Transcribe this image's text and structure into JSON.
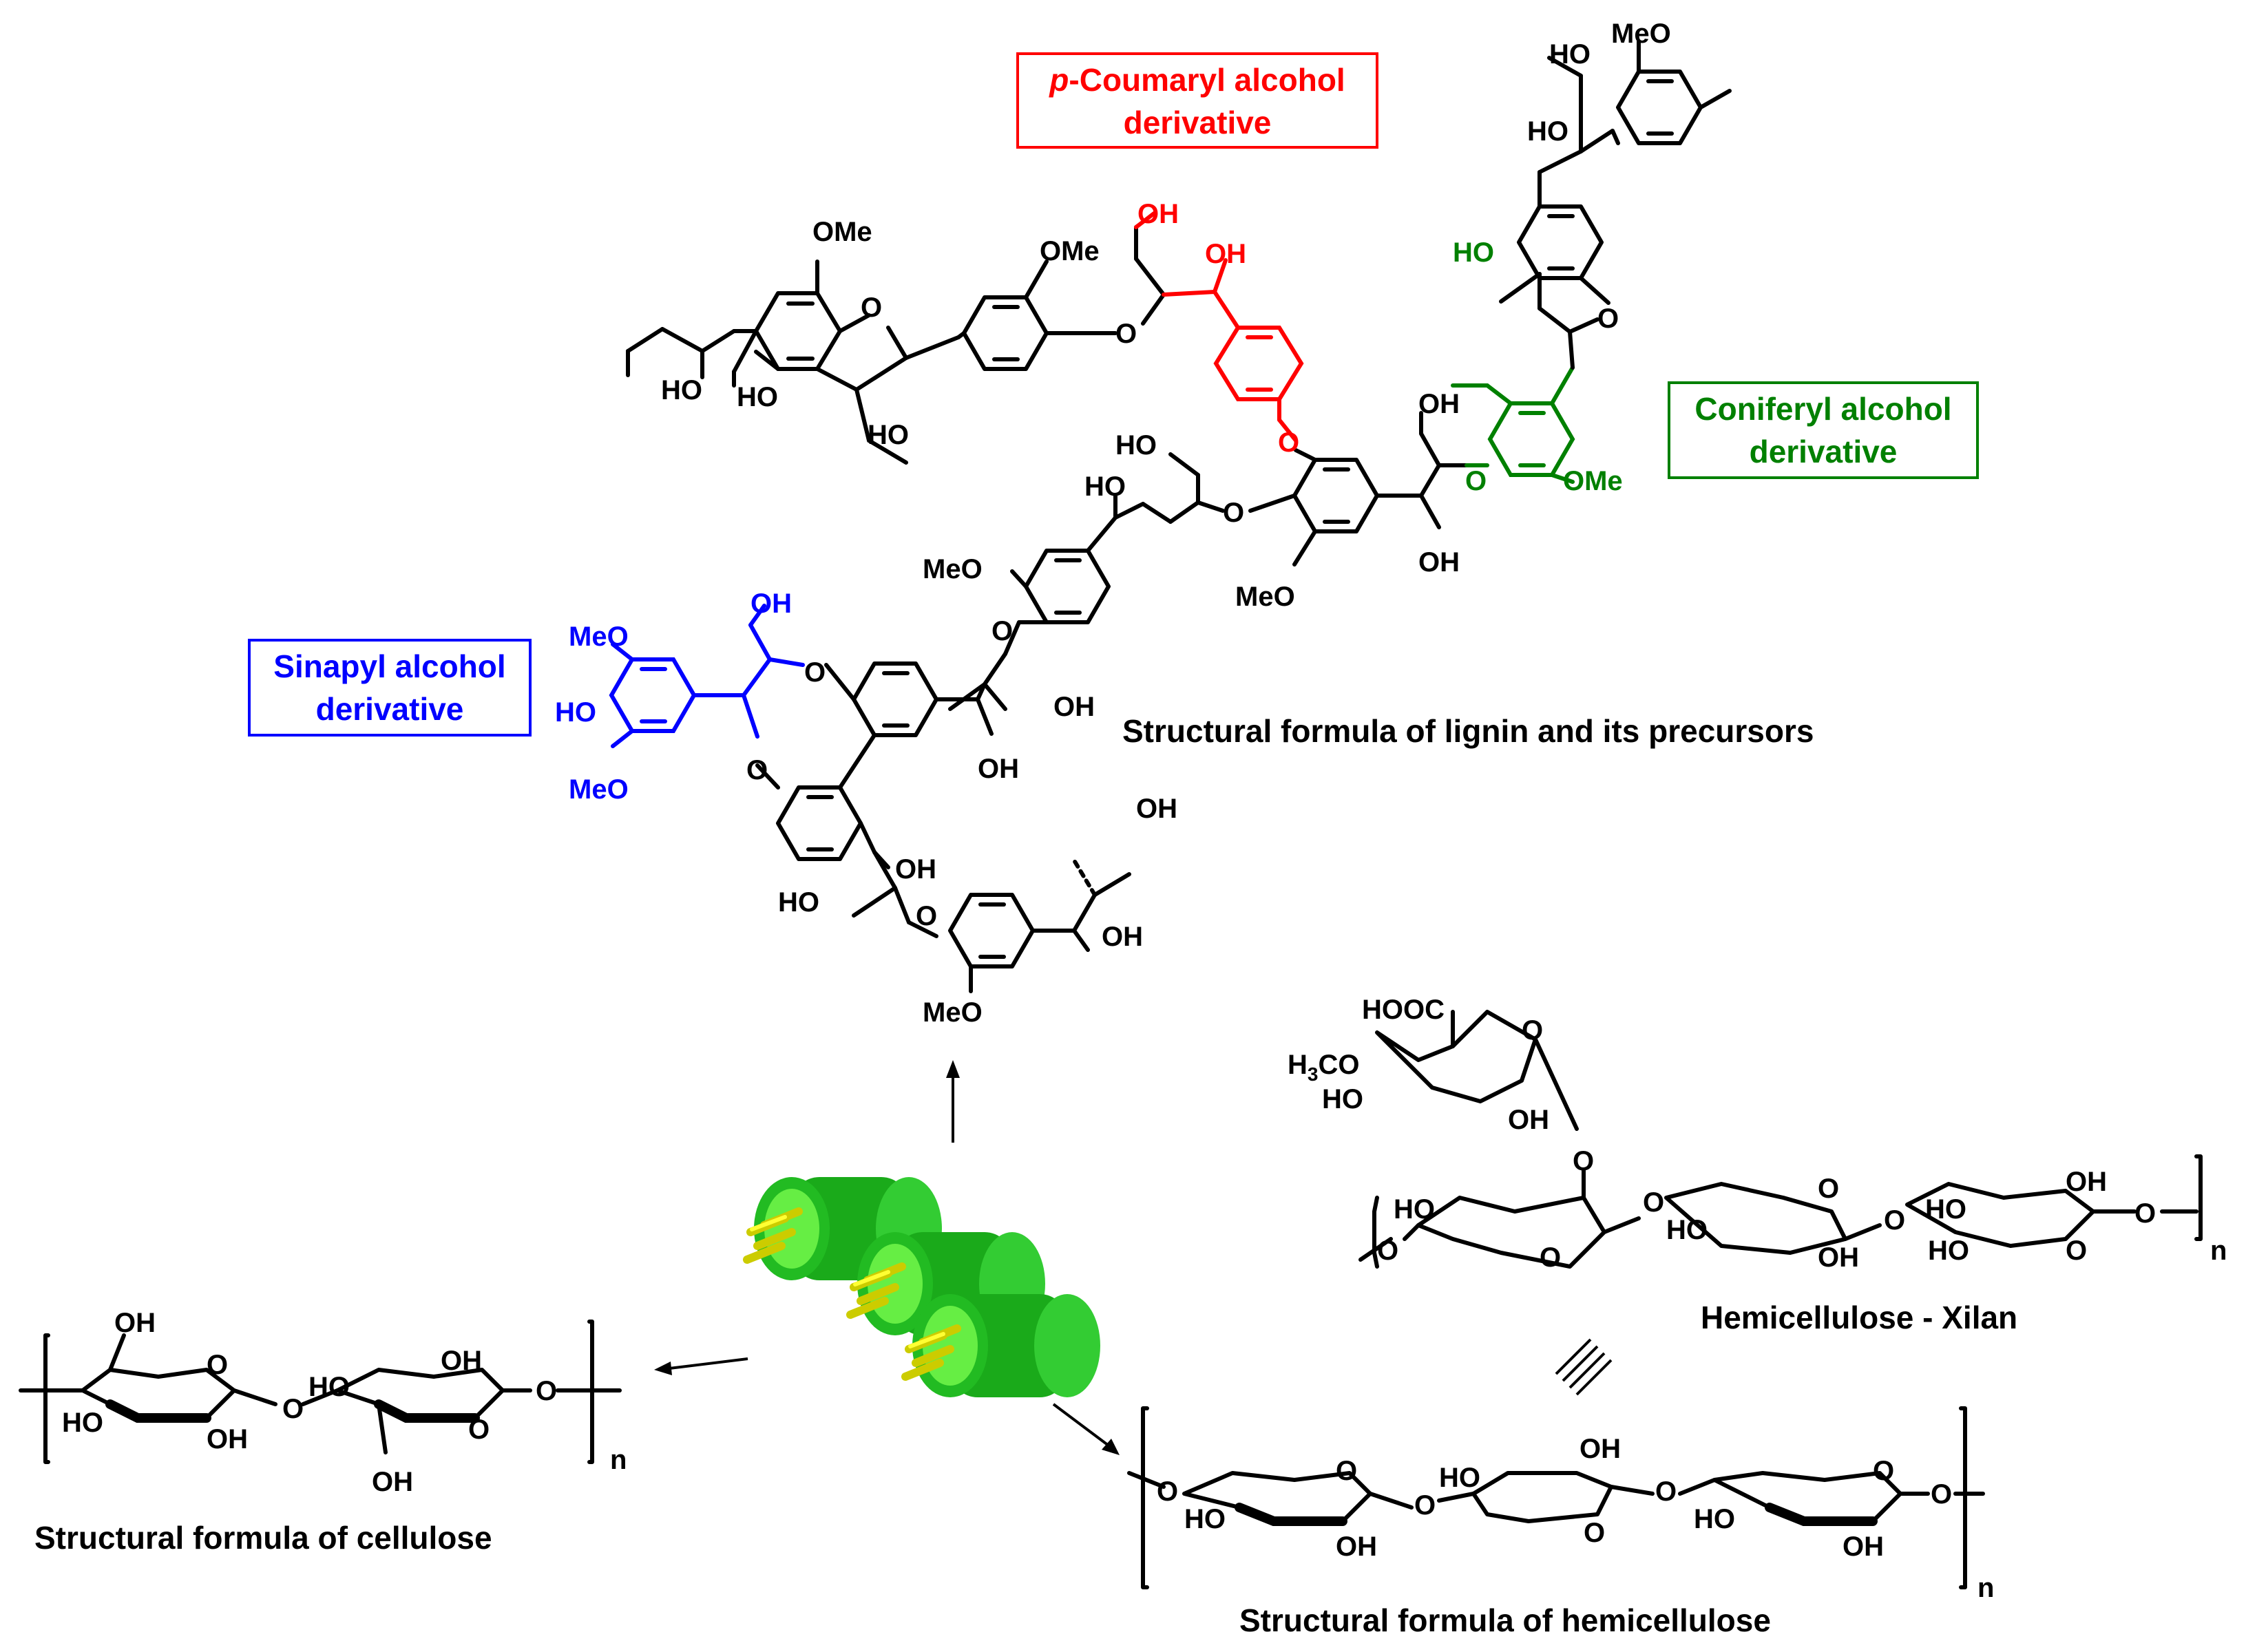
{
  "colors": {
    "coumaryl": "#ff0000",
    "coniferyl": "#008000",
    "sinapyl": "#0000ff",
    "text": "#000000",
    "fiber_outer": "#22cc22",
    "fiber_inner": "#66ff33",
    "fiber_rods": "#eeee00"
  },
  "labels": {
    "coumaryl_1": "p-Coumaryl alcohol",
    "coumaryl_p": "p",
    "coumaryl_rest": "-Coumaryl alcohol",
    "coumaryl_2": "derivative",
    "coniferyl_1": "Coniferyl alcohol",
    "coniferyl_2": "derivative",
    "sinapyl_1": "Sinapyl alcohol",
    "sinapyl_2": "derivative"
  },
  "captions": {
    "lignin": "Structural formula of lignin and its precursors",
    "cellulose": "Structural formula of cellulose",
    "hemicellulose": "Structural formula of hemicellulose",
    "xilan": "Hemicellulose - Xilan"
  },
  "atoms": {
    "OMe": "OMe",
    "MeO": "MeO",
    "OH": "OH",
    "HO": "HO",
    "O": "O",
    "HOOC": "HOOC",
    "H3CO_H": "H",
    "H3CO_3": "3",
    "H3CO_CO": "CO",
    "n": "n"
  },
  "icons": [
    "lignocellulose-fiber-icon",
    "arrow-up-icon",
    "arrow-left-icon",
    "arrow-down-right-icon",
    "equivalence-icon"
  ]
}
